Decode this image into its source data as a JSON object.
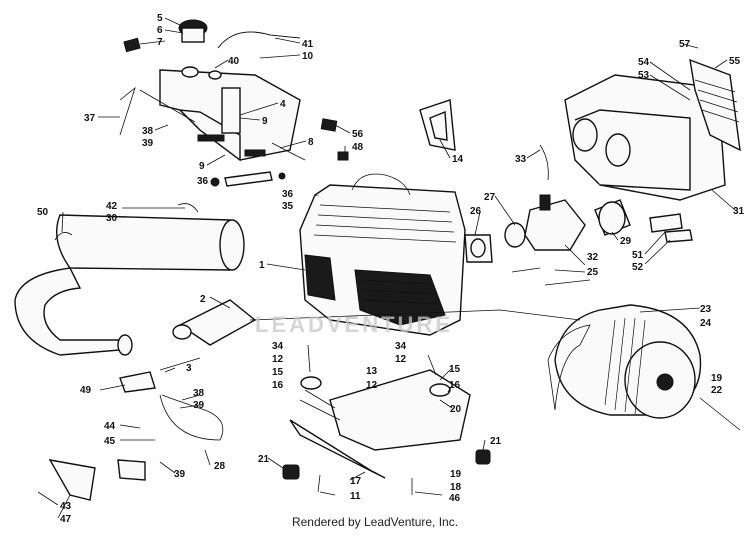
{
  "caption": "Rendered by LeadVenture, Inc.",
  "watermark": "LEADVENTURE",
  "labels": [
    {
      "id": "c5",
      "text": "5"
    },
    {
      "id": "c6",
      "text": "6"
    },
    {
      "id": "c7",
      "text": "7"
    },
    {
      "id": "c40",
      "text": "40"
    },
    {
      "id": "c41",
      "text": "41"
    },
    {
      "id": "c10",
      "text": "10"
    },
    {
      "id": "c4",
      "text": "4"
    },
    {
      "id": "c9a",
      "text": "9"
    },
    {
      "id": "c37",
      "text": "37"
    },
    {
      "id": "c38a",
      "text": "38"
    },
    {
      "id": "c39a",
      "text": "39"
    },
    {
      "id": "c9b",
      "text": "9"
    },
    {
      "id": "c8",
      "text": "8"
    },
    {
      "id": "c56",
      "text": "56"
    },
    {
      "id": "c48",
      "text": "48"
    },
    {
      "id": "c14",
      "text": "14"
    },
    {
      "id": "c33",
      "text": "33"
    },
    {
      "id": "c36a",
      "text": "36"
    },
    {
      "id": "c36b",
      "text": "36"
    },
    {
      "id": "c35",
      "text": "35"
    },
    {
      "id": "c50",
      "text": "50"
    },
    {
      "id": "c42",
      "text": "42"
    },
    {
      "id": "c30",
      "text": "30"
    },
    {
      "id": "c1",
      "text": "1"
    },
    {
      "id": "c27",
      "text": "27"
    },
    {
      "id": "c26",
      "text": "26"
    },
    {
      "id": "c57",
      "text": "57"
    },
    {
      "id": "c54",
      "text": "54"
    },
    {
      "id": "c53",
      "text": "53"
    },
    {
      "id": "c55",
      "text": "55"
    },
    {
      "id": "c31",
      "text": "31"
    },
    {
      "id": "c29",
      "text": "29"
    },
    {
      "id": "c51",
      "text": "51"
    },
    {
      "id": "c52",
      "text": "52"
    },
    {
      "id": "c32",
      "text": "32"
    },
    {
      "id": "c25",
      "text": "25"
    },
    {
      "id": "c2",
      "text": "2"
    },
    {
      "id": "c23",
      "text": "23"
    },
    {
      "id": "c24",
      "text": "24"
    },
    {
      "id": "c3",
      "text": "3"
    },
    {
      "id": "c34a",
      "text": "34"
    },
    {
      "id": "c12a",
      "text": "12"
    },
    {
      "id": "c15a",
      "text": "15"
    },
    {
      "id": "c16a",
      "text": "16"
    },
    {
      "id": "c13",
      "text": "13"
    },
    {
      "id": "c12b",
      "text": "12"
    },
    {
      "id": "c34b",
      "text": "34"
    },
    {
      "id": "c12c",
      "text": "12"
    },
    {
      "id": "c15b",
      "text": "15"
    },
    {
      "id": "c16b",
      "text": "16"
    },
    {
      "id": "c19a",
      "text": "19"
    },
    {
      "id": "c22",
      "text": "22"
    },
    {
      "id": "c49",
      "text": "49"
    },
    {
      "id": "c38b",
      "text": "38"
    },
    {
      "id": "c39b",
      "text": "39"
    },
    {
      "id": "c20",
      "text": "20"
    },
    {
      "id": "c44",
      "text": "44"
    },
    {
      "id": "c45",
      "text": "45"
    },
    {
      "id": "c21a",
      "text": "21"
    },
    {
      "id": "c28",
      "text": "28"
    },
    {
      "id": "c21b",
      "text": "21"
    },
    {
      "id": "c39c",
      "text": "39"
    },
    {
      "id": "c19b",
      "text": "19"
    },
    {
      "id": "c18",
      "text": "18"
    },
    {
      "id": "c17",
      "text": "17"
    },
    {
      "id": "c11",
      "text": "11"
    },
    {
      "id": "c46",
      "text": "46"
    },
    {
      "id": "c43",
      "text": "43"
    },
    {
      "id": "c47",
      "text": "47"
    }
  ]
}
